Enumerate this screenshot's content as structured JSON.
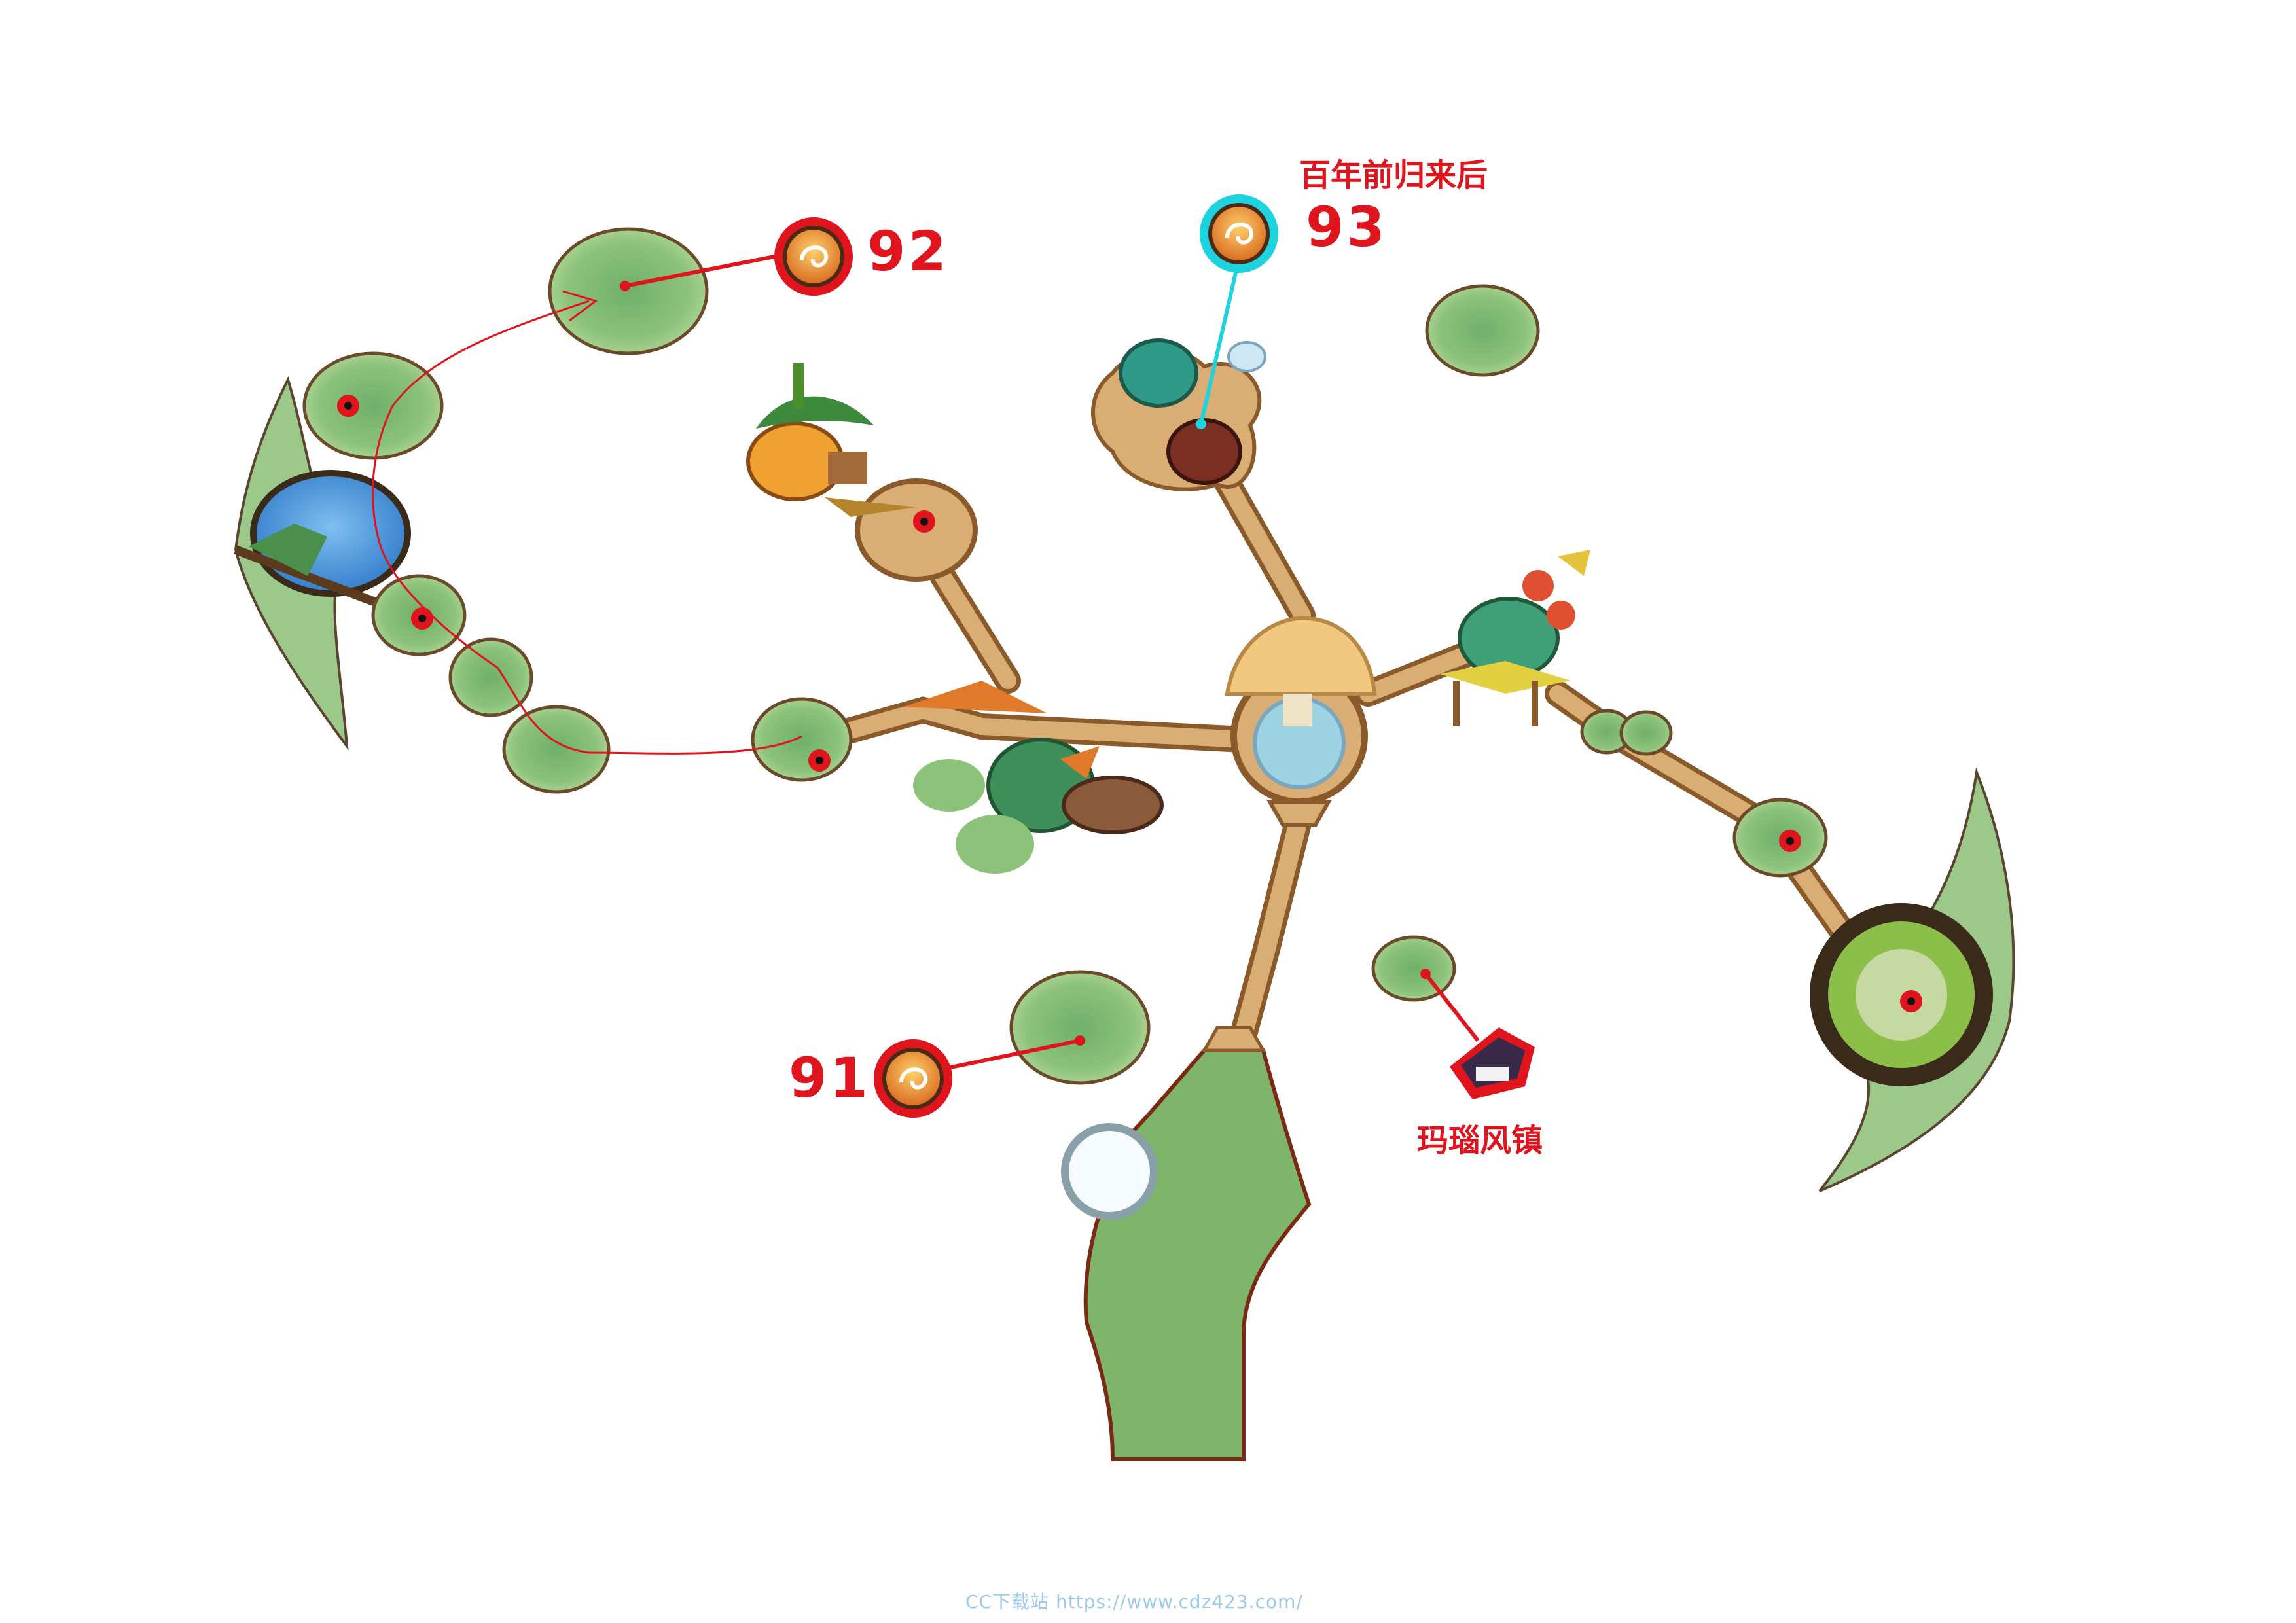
{
  "markers": [
    {
      "id": "91",
      "label": "91"
    },
    {
      "id": "92",
      "label": "92"
    },
    {
      "id": "93",
      "label": "93",
      "note": "百年前归来后"
    }
  ],
  "places": {
    "town_label": "玛瑙风镇"
  },
  "watermark": "CC下载站  https://www.cdz423.com/",
  "colors": {
    "pad_green": "#8cc27a",
    "pad_dark": "#5f9a55",
    "path_tan": "#d9ad74",
    "path_brown": "#8a5a2b",
    "pin_red": "#e0141d",
    "highlight_cyan": "#1ed3e0",
    "pond_blue": "#3f8fd6"
  },
  "icons": {
    "chest_marker": "orange-swirl-chest-icon",
    "town_marker": "town-sign-icon",
    "spot_marker": "red-dot-icon"
  }
}
